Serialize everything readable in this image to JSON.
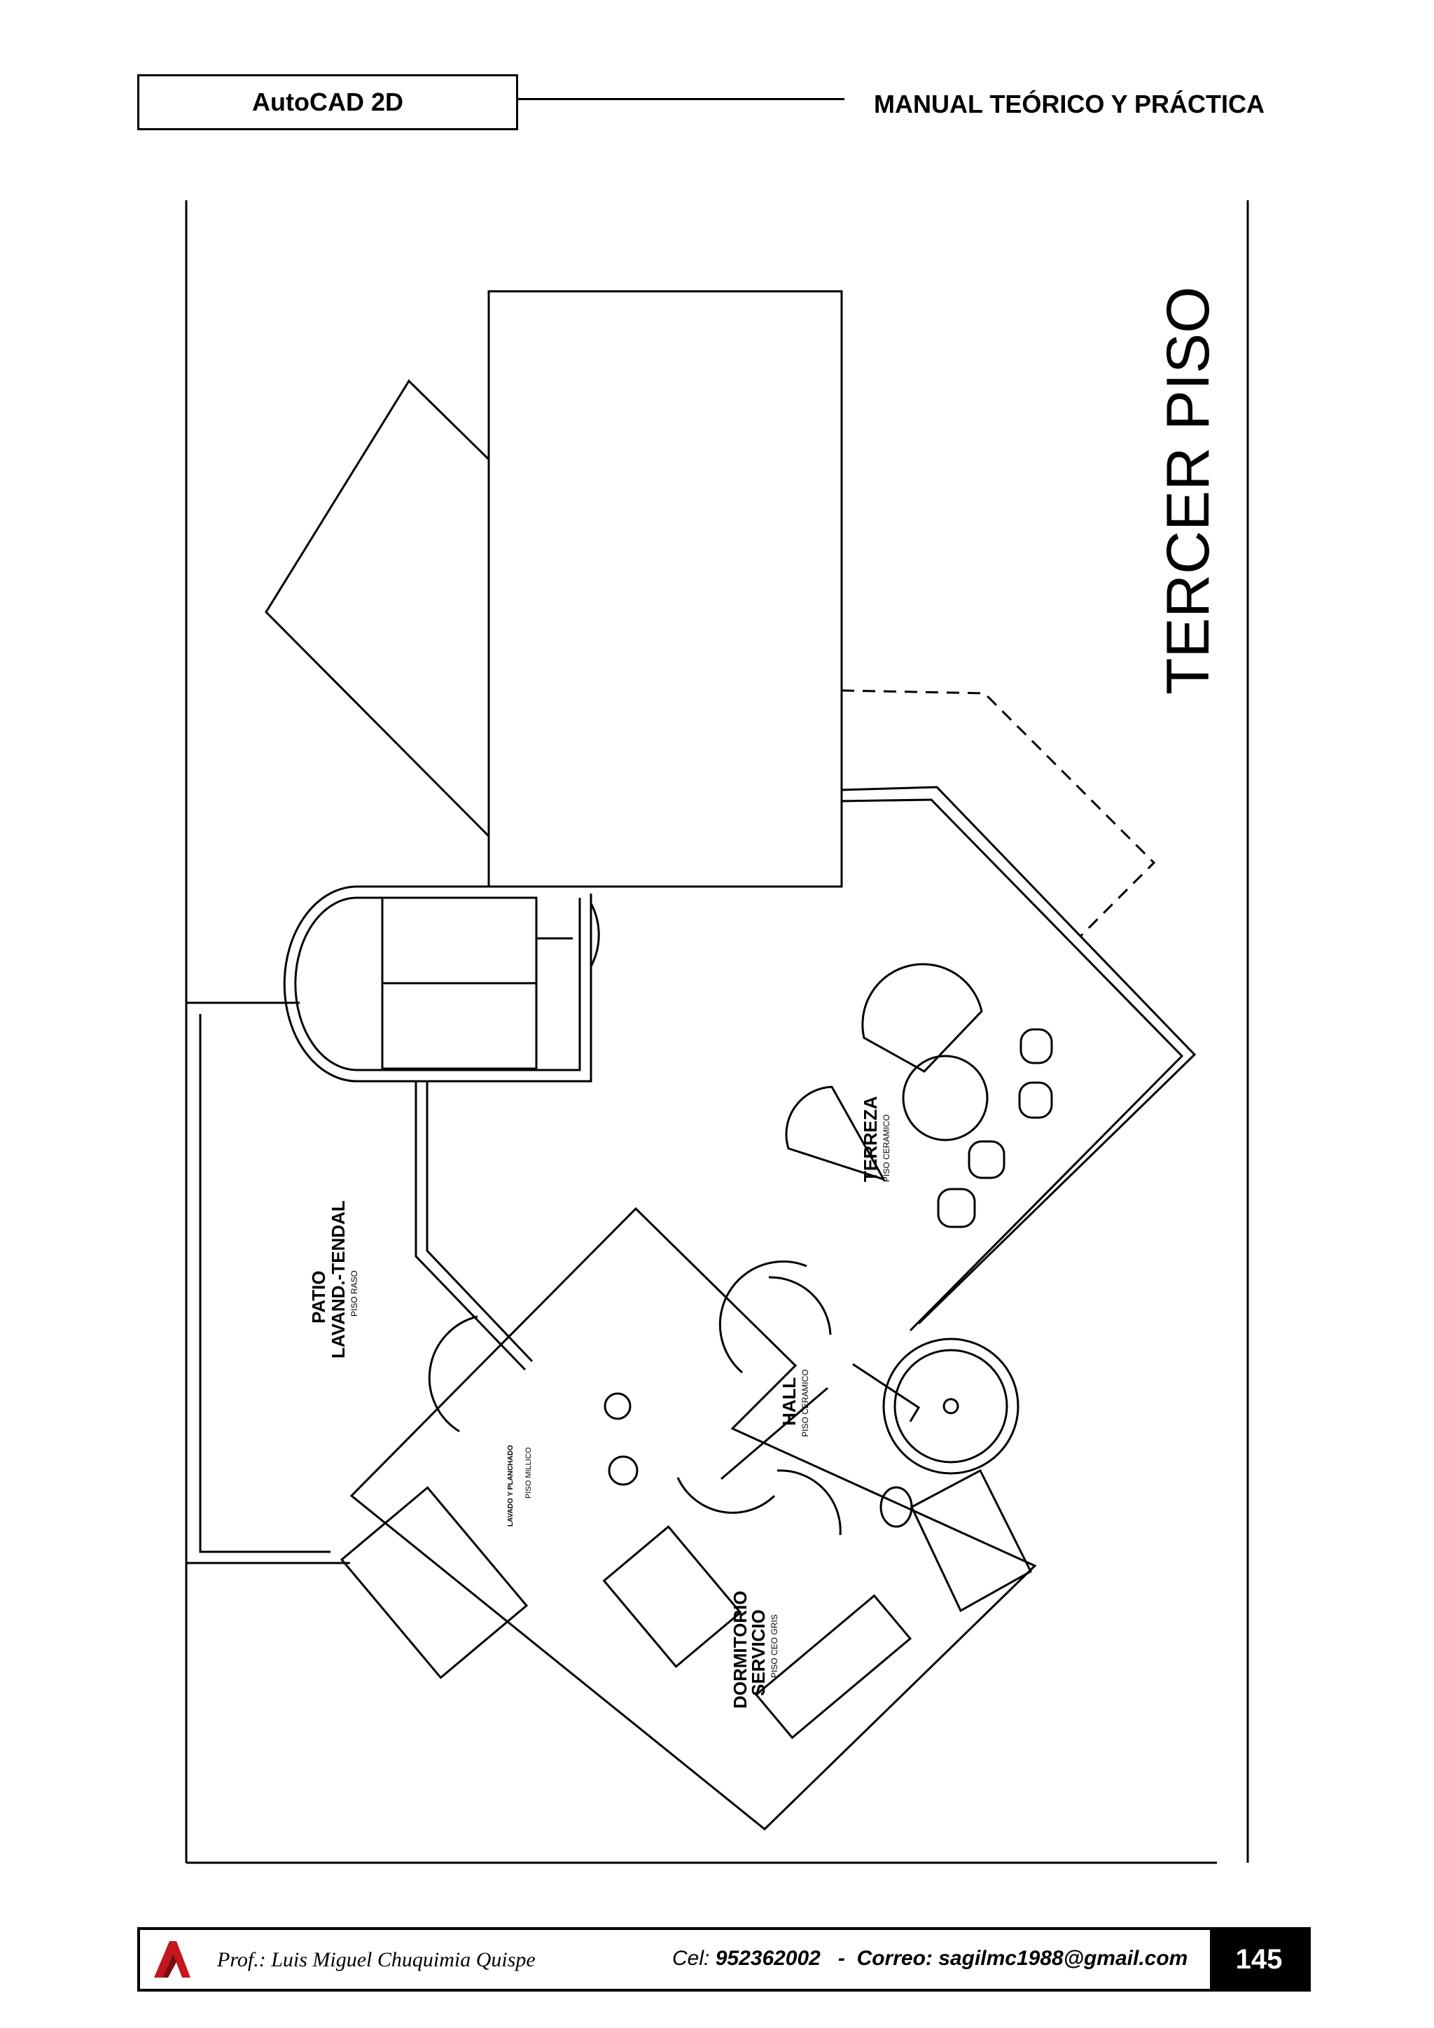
{
  "header": {
    "left_title": "AutoCAD 2D",
    "right_title": "MANUAL TEÓRICO Y PRÁCTICA"
  },
  "plan": {
    "title": "TERCER PISO",
    "rooms": {
      "patio_1": "PATIO",
      "patio_2": "LAVAND.-TENDAL",
      "patio_floor": "PISO RASO",
      "laundry": "LAVADO Y PLANCHADO",
      "laundry_floor": "PISO MILLICO",
      "hall": "HALL",
      "hall_floor": "PISO CERAMICO",
      "terrace": "TERREZA",
      "terrace_floor": "PISO CERAMICO",
      "bedroom_1": "DORMITORIO",
      "bedroom_2": "SERVICIO",
      "bedroom_floor": "PISO CEO GRIS"
    }
  },
  "footer": {
    "author": "Prof.: Luis Miguel Chuquimia Quispe",
    "cel_label": "Cel:",
    "cel_value": "952362002",
    "separator": "-",
    "email_label": "Correo:",
    "email_value": "sagilmc1988@gmail.com",
    "page_number": "145"
  },
  "colors": {
    "logo_red": "#c4161c"
  }
}
